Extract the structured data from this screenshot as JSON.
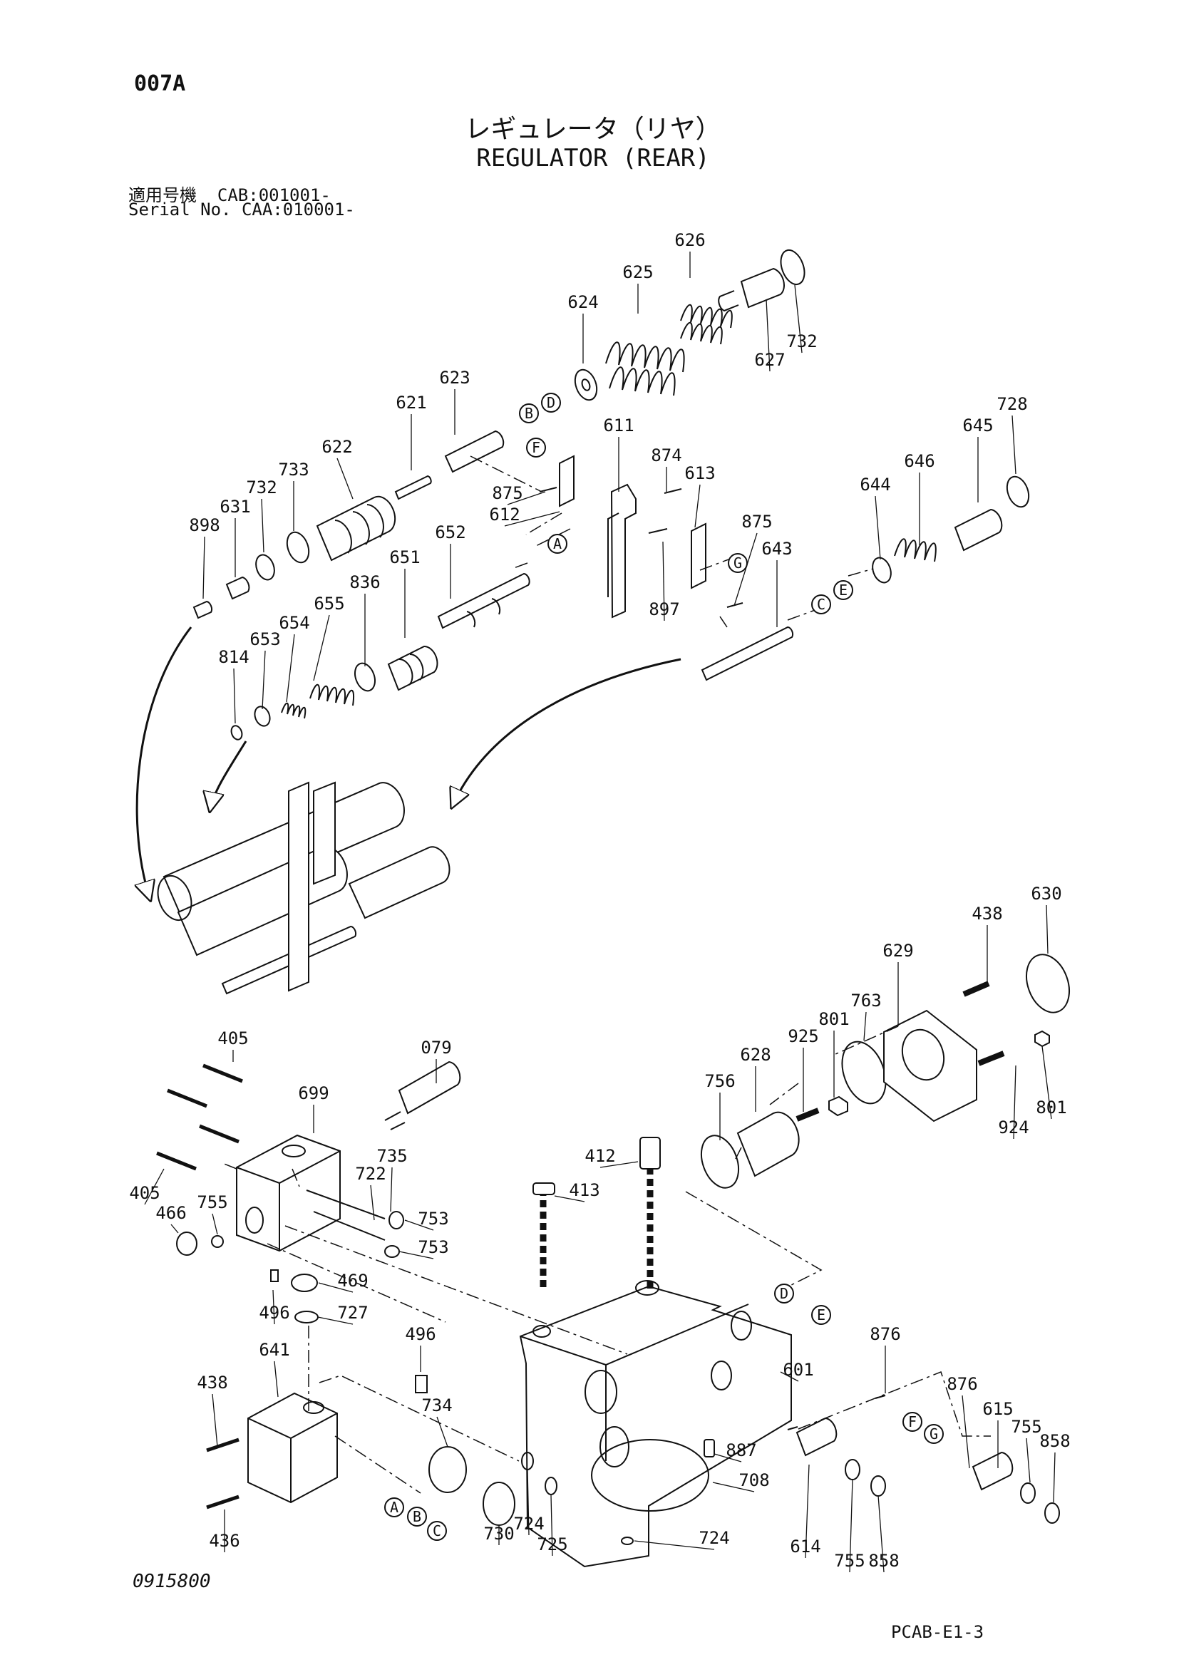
{
  "header": {
    "page_code": "007A",
    "title_ja": "レギュレータ（リヤ）",
    "title_en": "REGULATOR (REAR)",
    "serial_line_1": "適用号機  CAB:001001-",
    "serial_line_2": "Serial No. CAA:010001-"
  },
  "footer": {
    "drawing_number": "0915800",
    "sheet_code": "PCAB-E1-3"
  },
  "part_labels": [
    "626",
    "625",
    "624",
    "627",
    "732",
    "623",
    "621",
    "622",
    "733",
    "732",
    "631",
    "898",
    "611",
    "874",
    "613",
    "875",
    "612",
    "652",
    "651",
    "836",
    "655",
    "654",
    "653",
    "814",
    "875",
    "897",
    "643",
    "644",
    "646",
    "645",
    "728",
    "630",
    "438",
    "629",
    "763",
    "801",
    "925",
    "628",
    "756",
    "924",
    "801",
    "405",
    "079",
    "699",
    "735",
    "722",
    "753",
    "753",
    "405",
    "466",
    "755",
    "469",
    "496",
    "727",
    "412",
    "413",
    "496",
    "601",
    "876",
    "876",
    "615",
    "755",
    "858",
    "887",
    "708",
    "614",
    "755",
    "858",
    "641",
    "438",
    "734",
    "436",
    "724",
    "730",
    "725",
    "724"
  ],
  "ref_markers": [
    "B",
    "D",
    "F",
    "A",
    "G",
    "C",
    "E",
    "D",
    "E",
    "F",
    "G",
    "A",
    "B",
    "C"
  ]
}
